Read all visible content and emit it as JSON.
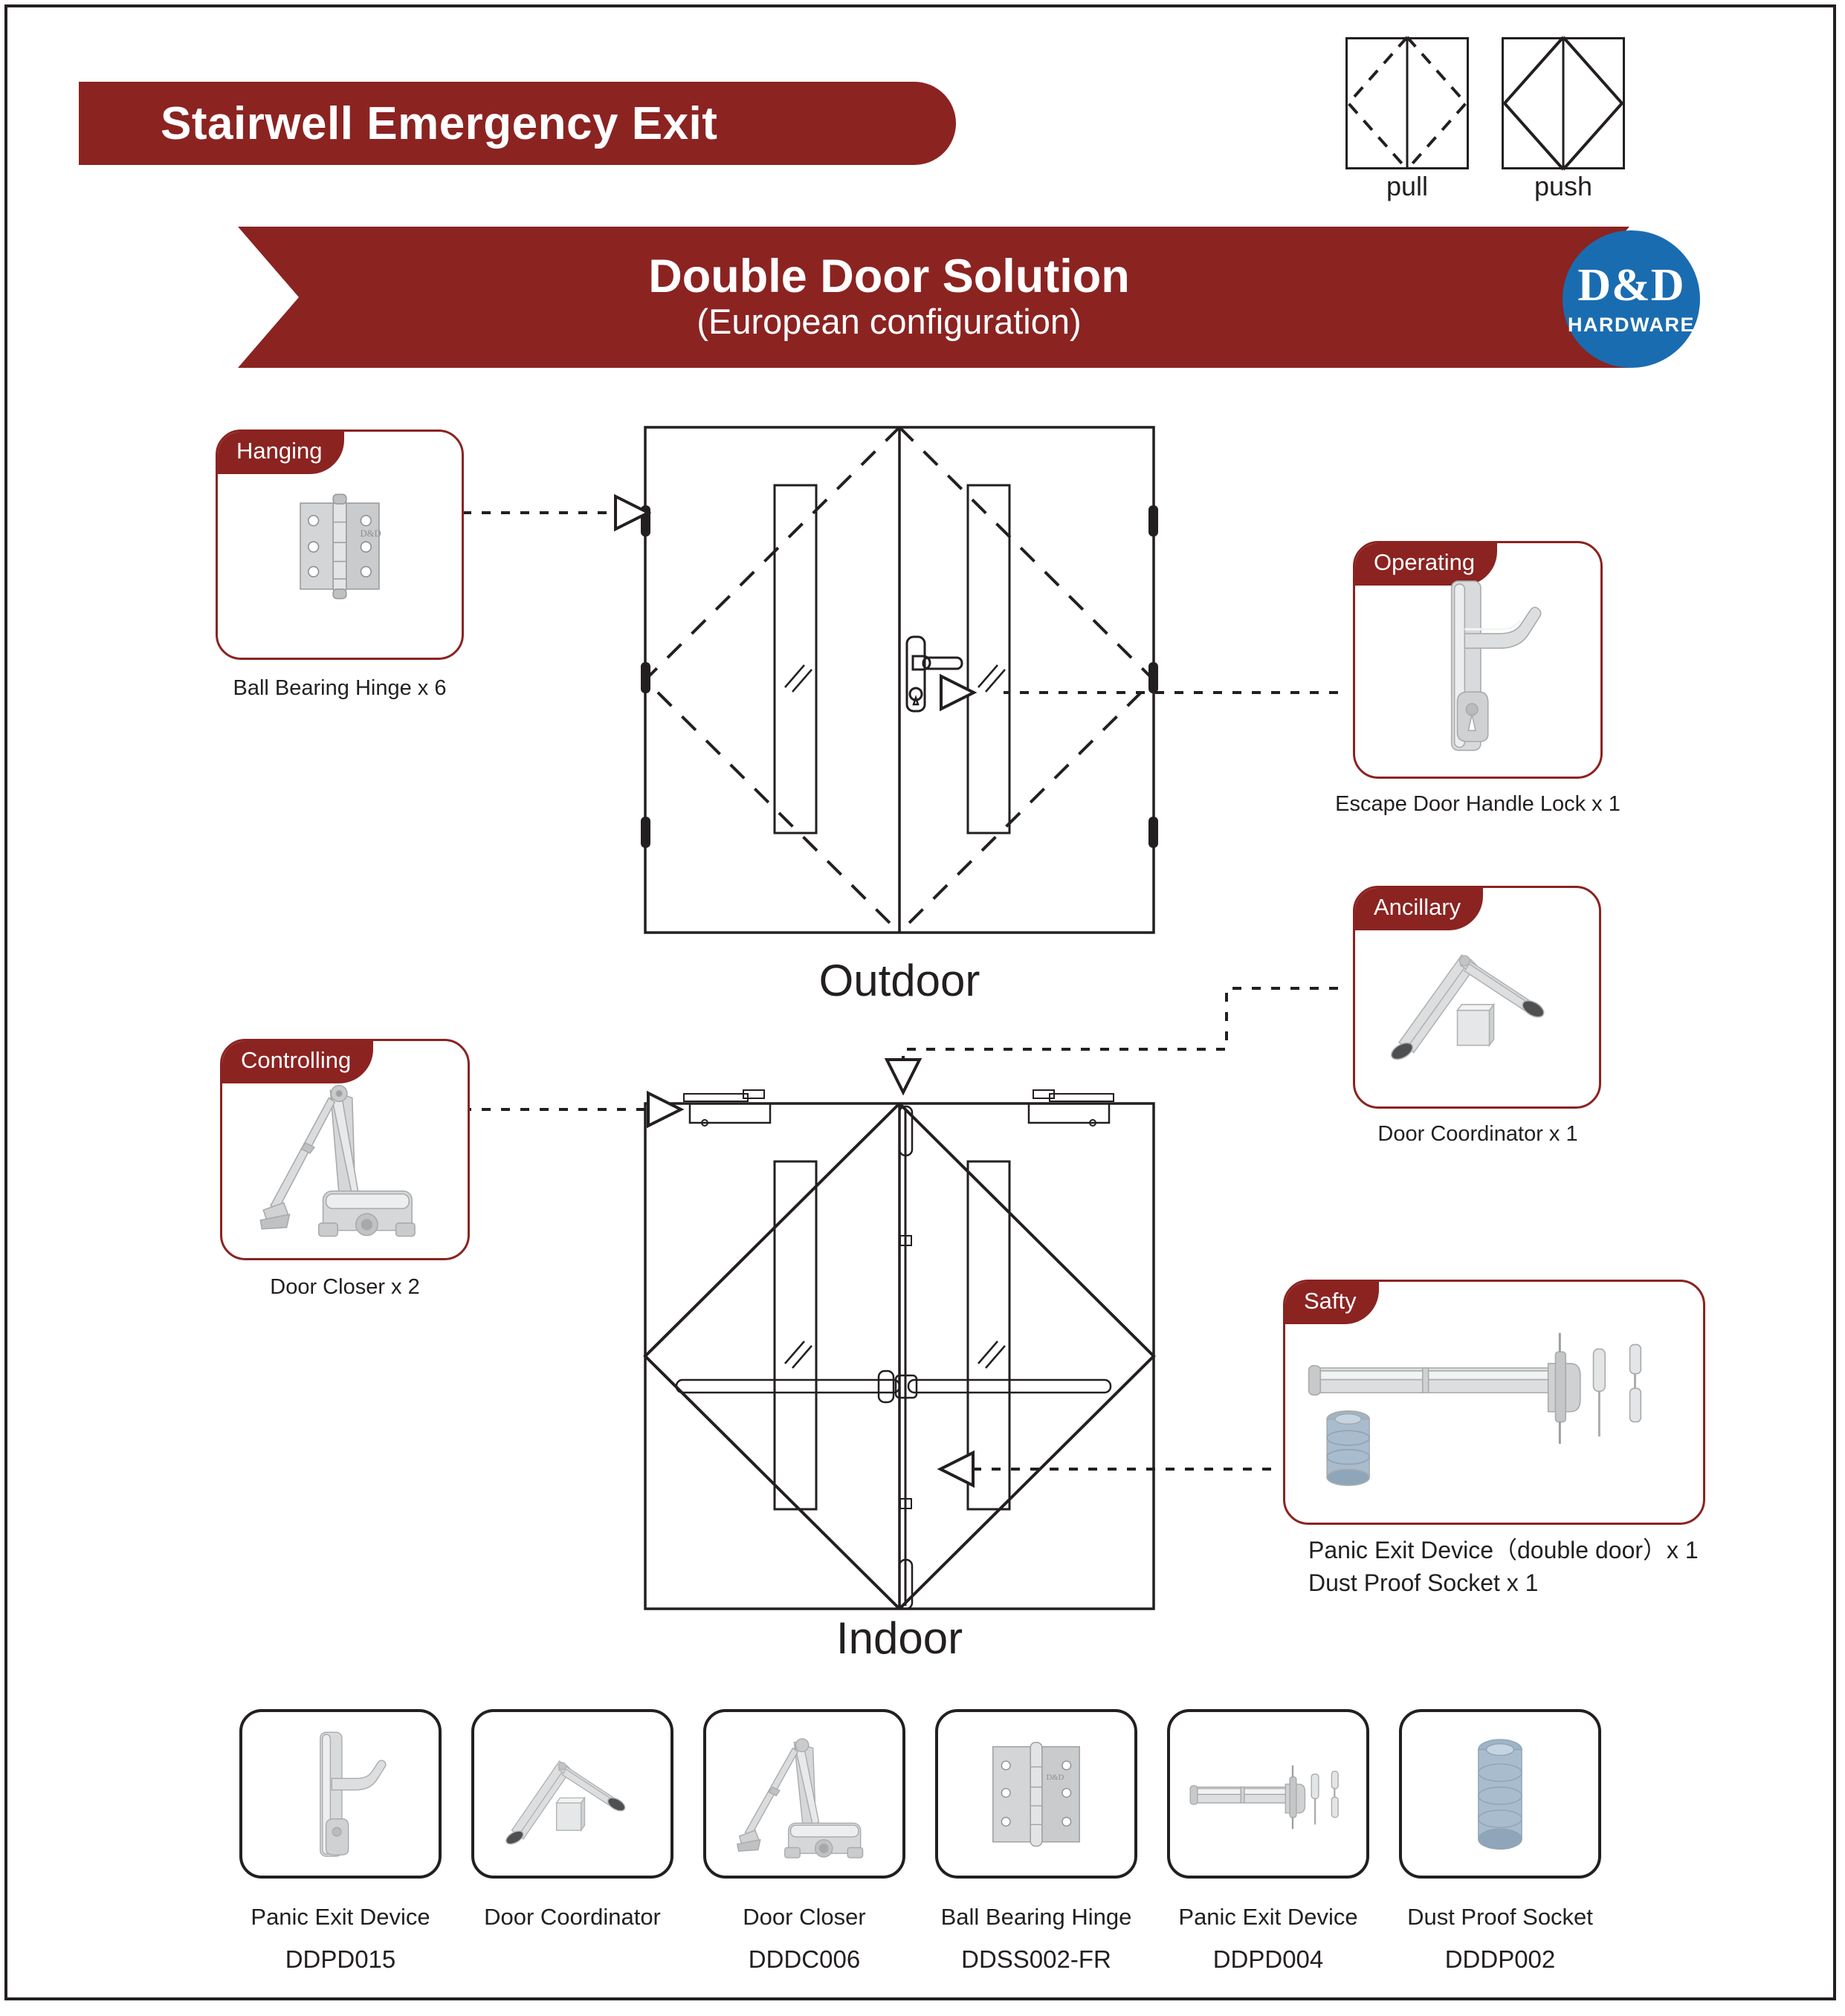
{
  "header": {
    "title": "Stairwell Emergency Exit",
    "pull_label": "pull",
    "push_label": "push"
  },
  "banner": {
    "line1": "Double Door Solution",
    "line2": "(European configuration)"
  },
  "logo": {
    "mark": "D&D",
    "sub": "HARDWARE"
  },
  "colors": {
    "brand_red": "#8b2321",
    "brand_blue": "#1a6cb0",
    "ink": "#231f20"
  },
  "views": {
    "outdoor": "Outdoor",
    "indoor": "Indoor"
  },
  "callouts": [
    {
      "tab": "Hanging",
      "caption": "Ball Bearing Hinge x 6",
      "icon": "ball-bearing-hinge-icon"
    },
    {
      "tab": "Operating",
      "caption": "Escape Door Handle Lock x 1",
      "icon": "escape-door-handle-lock-icon"
    },
    {
      "tab": "Ancillary",
      "caption": "Door Coordinator x 1",
      "icon": "door-coordinator-icon"
    },
    {
      "tab": "Controlling",
      "caption": "Door Closer x 2",
      "icon": "door-closer-icon"
    },
    {
      "tab": "Safty",
      "caption_line1": "Panic Exit Device（double door）x 1",
      "caption_line2": "Dust Proof Socket  x 1",
      "icon": "panic-exit-device-icon"
    }
  ],
  "products": [
    {
      "name": "Panic Exit Device",
      "code": "DDPD015",
      "icon": "panic-exit-device-handle-icon"
    },
    {
      "name": "Door Coordinator",
      "code": "",
      "icon": "door-coordinator-icon"
    },
    {
      "name": "Door Closer",
      "code": "DDDC006",
      "icon": "door-closer-icon"
    },
    {
      "name": "Ball Bearing Hinge",
      "code": "DDSS002-FR",
      "icon": "ball-bearing-hinge-icon"
    },
    {
      "name": "Panic Exit Device",
      "code": "DDPD004",
      "icon": "panic-bar-icon"
    },
    {
      "name": "Dust Proof Socket",
      "code": "DDDP002",
      "icon": "dust-proof-socket-icon"
    }
  ]
}
